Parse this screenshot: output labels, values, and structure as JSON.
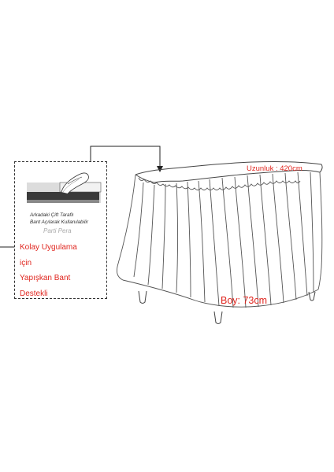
{
  "callout": {
    "tape_caption_line1": "Arkadaki Çift Taraflı",
    "tape_caption_line2": "Bant Açılarak Kullanılabilir",
    "brand": "Parti Pera",
    "feature_lines": [
      "Kolay Uygulama",
      "için",
      "Yapışkan Bant",
      "Destekli"
    ]
  },
  "dimensions": {
    "length_label": "Uzunluk : 420cm",
    "height_label": "Boy: 73cm"
  },
  "colors": {
    "accent_red": "#e0261f",
    "line_dark": "#333333"
  },
  "icons": [
    "tape-strip-illustration",
    "table-skirt-illustration",
    "pointer-arrow"
  ]
}
